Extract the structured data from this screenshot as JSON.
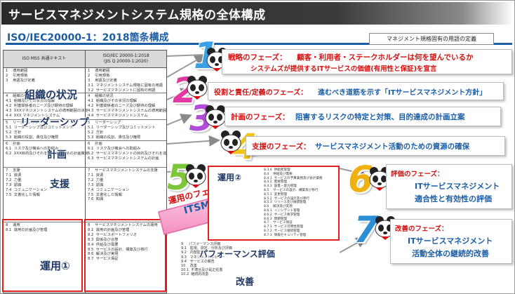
{
  "title": "サービスマネジメントシステム規格の全体構成",
  "subtitle": "ISO/IEC20000-1：2018箇条構成",
  "term_box": "マネジメント規格固有の用語の定義",
  "table": {
    "head_left": "ISO  MSS 共通テキスト",
    "head_right_1": "ISO/IEC 20000-1:2018",
    "head_right_2": "(JIS Q 20000-1:2020)",
    "left_rows_1": "1    適用範囲\n2    引用規格\n3    用語及び定義",
    "right_rows_1": "1    適用範囲\n2    引用規格\n3    用語及び定義\n3.1  マネジメントシステム規格に固有の用語\n3.2  サービスマネジメントに固有の用語",
    "left_rows_2": "4    組織の状況\n4.1  組織及びその状況の理解\n4.2  利害関係者のニーズ及び期待の理解\n4.3  XXXマネジメントシステムの適用範囲の決定\n4.4  XXX マネジメントシステム",
    "right_rows_2": "4    組織の状況\n4.1  組織及びその状況の理解\n4.2  利害関係者のニーズ及び期待の理解\n4.3  サービスマネジメントシステムの適用範囲の決定\n4.4  サービスマネジメントシステム",
    "left_rows_3": "5    リーダーシップ\n5.1  リーダーシップ及びコミットメント\n5.2  方針\n5.3  組織の役割、責任及び権限",
    "right_rows_3": "5    リーダーシップ\n5.1  リーダーシップ及びコミットメント\n5.2  方針\n5.3  組織の役割、責任及び権限",
    "left_rows_4": "6    計画\n6.1  リスク及び機会への取組み\n6.2  XXX目的及びそれを達成するための計画策定",
    "right_rows_4": "6    計画\n6.1  リスク及び機会への取組み\n6.2  サービスマネジメントの目的及びそれを達成するための計画策定\n6.3  サービスマネジメントシステムの計画",
    "left_rows_5": "7    支援\n7.1  資源\n7.2  力量\n7.3  認識\n7.4  コミュニケーション\n7.5  文書化した情報",
    "right_rows_5": "7    サービスマネジメントシステムの支援\n7.1  資源\n7.2  力量\n7.3  認識\n7.4  コミュニケーション\n7.5  文書化した情報\n7.6  知識",
    "left_rows_6": "8    運用\n8.1  運用の計画及び管理",
    "right_rows_6": "8    サービスマネジメントシステムの運用\n8.1  運用の計画及び管理\n8.2  サービスポートフォリオ\n8.3  関係及び合意\n8.4  供給及び需要\n8.5  サービスの設計、構築及び移行\n8.6  解決及び実現\n8.7  サービス保証",
    "ov_context": "組織の状況",
    "ov_leadership": "リーダーシップ",
    "ov_planning": "計画",
    "ov_support": "支援",
    "ov_operation1": "運用①"
  },
  "phases": [
    {
      "no": "1",
      "label": "戦略のフェーズ：",
      "text": "顧客・利用者・ステークホルダーは何を望んでいるか",
      "sub": "システムズが提供するITサービスの価値(有用性と保証)を宣言"
    },
    {
      "no": "2",
      "label": "役割と責任/定義のフェーズ：",
      "text": "進むべき道筋を示す「ITサービスマネジメント方針」"
    },
    {
      "no": "3",
      "label": "計画のフェーズ：",
      "text": "阻害するリスクの特定と対策、目的達成の計画立案"
    },
    {
      "no": "4",
      "label": "支援のフェーズ：",
      "text": "サービスマネジメント活動のための資源の確保"
    },
    {
      "no": "5",
      "label": "運用のフェーズ：",
      "text": "ITSMS活動"
    },
    {
      "no": "6",
      "label": "評価のフェーズ：",
      "text": "ITサービスマネジメント",
      "sub": "適合性と有効性の評価"
    },
    {
      "no": "7",
      "label": "改善のフェーズ：",
      "text": "ITサービスマネジメント",
      "sub": "活動全体の継続的改善"
    }
  ],
  "ops2": {
    "title": "運用②",
    "items": "8.3.4  供給者管理\n8.4    供給及び需要\n8.4.1  サービスの予算業務及び会計業務\n8.4.2  需要管理\n8.4.3  容量・能力管理\n8.5    サービスの設計、構築及び移行\n8.5.1  変更管理\n8.5.2  サービスの設計及び移行\n8.5.3  リリース及び展開管理\n8.6    解決及び実現\n8.6.1  インシデント管理\n8.6.2  サービス要求管理\n8.6.3  問題管理\n8.7    サービス保証\n8.7.1  サービス可用性管理\n8.7.2  サービス継続管理\n8.7.3  情報セキュリティ管理"
  },
  "perf": {
    "title": "パフォーマンス評価",
    "improve": "改善",
    "items": "9     パフォーマンス評価\n9.1   監視、測定、分析及び評価\n9.2   内部監査\n9.3   マネジメントレビュー\n9.4   サービスの報告\n10    改善\n10.1  不適合及び是正処置\n10.2  継続的改善"
  },
  "colors": {
    "accent": "#1b5ea6",
    "red": "#d41010",
    "no1": "#3aa0e6",
    "no2": "#e23aa3",
    "no3": "#b04cd8",
    "no4": "#f0c419",
    "no5": "#7dc63a",
    "no6": "#f0b010",
    "no7": "#2c8fd6"
  }
}
